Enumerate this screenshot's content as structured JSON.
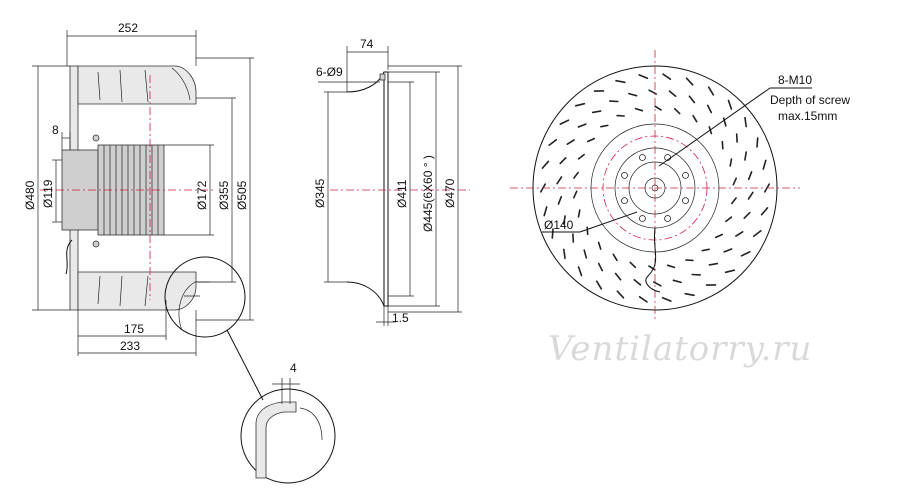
{
  "side_view": {
    "dim_width_total": "252",
    "dim_8": "8",
    "dim_480": "Ø480",
    "dim_119": "Ø119",
    "dim_172": "Ø172",
    "dim_355": "Ø355",
    "dim_505": "Ø505",
    "dim_175": "175",
    "dim_233": "233"
  },
  "detail_view": {
    "dim_4": "4"
  },
  "inlet_view": {
    "dim_74": "74",
    "dim_6_9": "6-Ø9",
    "dim_345": "Ø345",
    "dim_411": "Ø411",
    "dim_445": "Ø445(6X60 ° )",
    "dim_470": "Ø470",
    "dim_1_5": "1.5"
  },
  "front_view": {
    "note_screws": "8-M10",
    "note_depth": "Depth of screw",
    "note_max": "max.15mm",
    "dim_140": "Ø140"
  },
  "watermark": "Ventilatorry.ru",
  "colors": {
    "centerline": "#d0204a",
    "line": "#111111",
    "watermark": "#d9d9d9"
  }
}
